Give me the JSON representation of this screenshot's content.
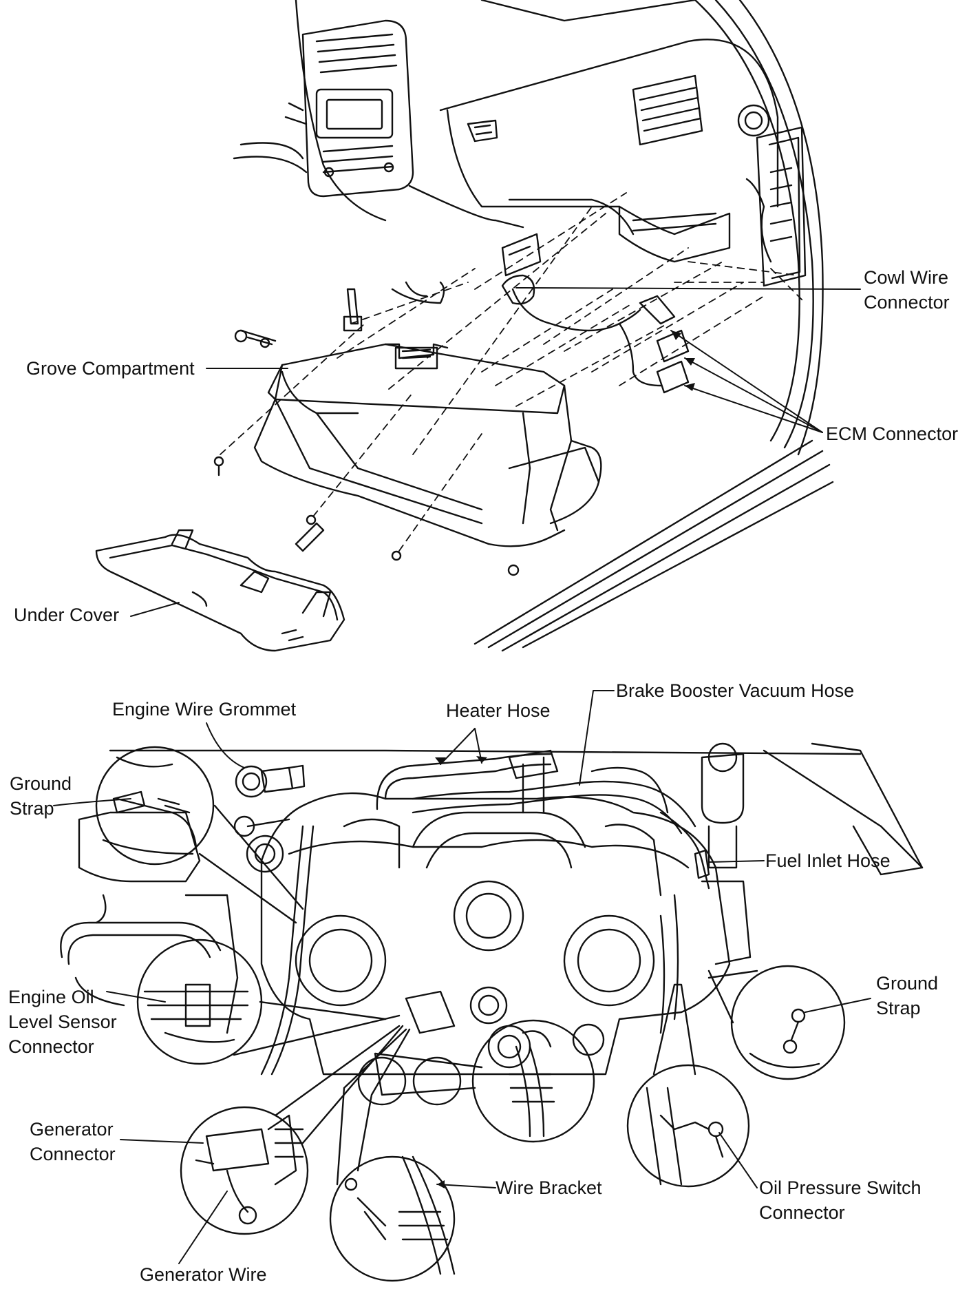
{
  "labels": {
    "cowl_wire_connector": [
      "Cowl Wire",
      "Connector"
    ],
    "grove_compartment": "Grove Compartment",
    "ecm_connector": "ECM Connector",
    "under_cover": "Under Cover",
    "engine_wire_grommet": "Engine Wire Grommet",
    "heater_hose": "Heater Hose",
    "brake_booster_vacuum_hose": "Brake Booster Vacuum Hose",
    "ground_strap_left": [
      "Ground",
      "Strap"
    ],
    "fuel_inlet_hose": "Fuel Inlet Hose",
    "engine_oil_level_sensor_connector": [
      "Engine Oil",
      "Level Sensor",
      "Connector"
    ],
    "ground_strap_right": [
      "Ground",
      "Strap"
    ],
    "generator_connector": [
      "Generator",
      "Connector"
    ],
    "wire_bracket": "Wire Bracket",
    "oil_pressure_switch_connector": [
      "Oil Pressure Switch",
      "Connector"
    ],
    "generator_wire": "Generator Wire"
  },
  "colors": {
    "ink": "#111111",
    "background": "#ffffff"
  }
}
